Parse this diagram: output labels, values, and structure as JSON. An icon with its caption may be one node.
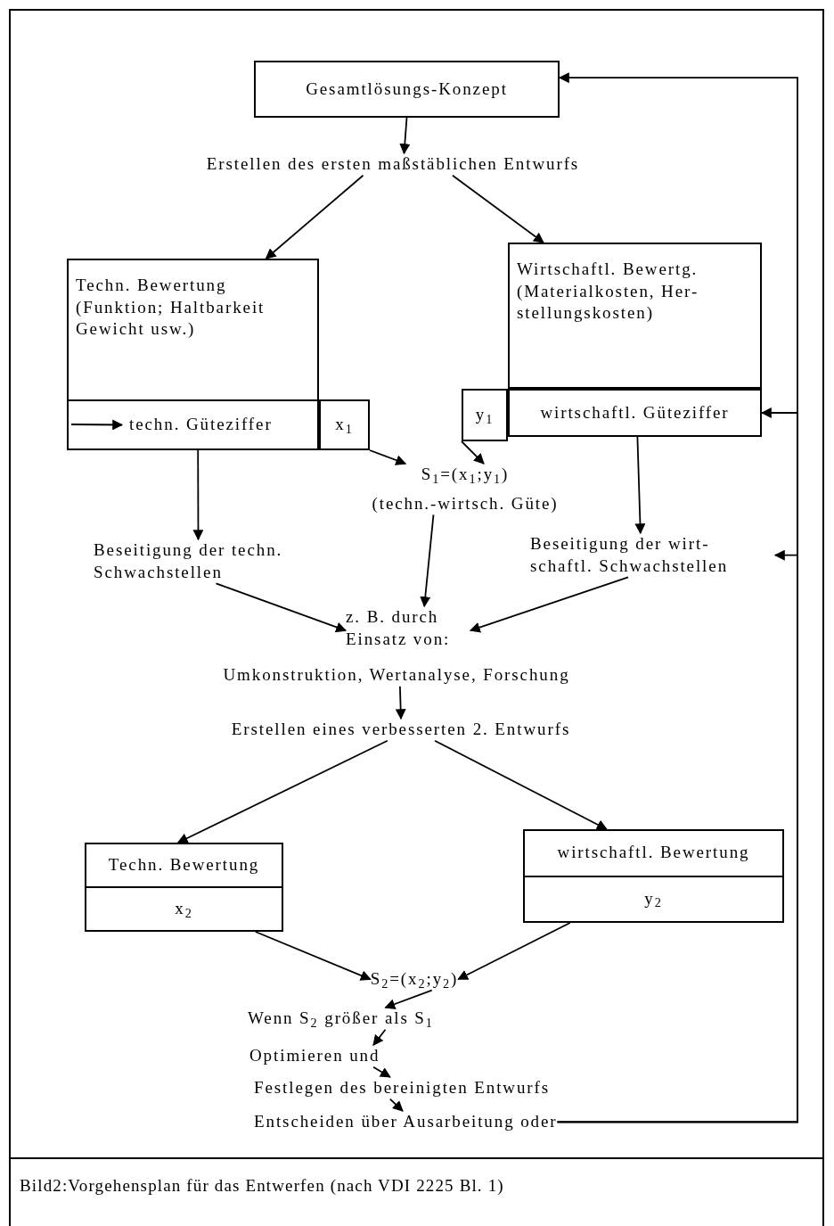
{
  "diagram": {
    "caption": "Bild2:Vorgehensplan für das Entwerfen (nach VDI 2225 Bl. 1)",
    "nodes": [
      {
        "text": [
          "Gesamtlösungs-Konzept"
        ]
      },
      {
        "text": [
          "Erstellen des ersten maßstäblichen Entwurfs"
        ]
      },
      {
        "text": [
          "Techn. Bewertung",
          "(Funktion; Haltbarkeit Gewicht usw.)"
        ]
      },
      {
        "text": [
          "techn. Güteziffer"
        ]
      },
      {
        "text": [
          "x$_{1}$"
        ]
      },
      {
        "text": [
          "Wirtschaftl. Bewertg.",
          "(Materialkosten, Her- stellungskosten)"
        ]
      },
      {
        "text": [
          "y$_{1}$"
        ]
      },
      {
        "text": [
          "wirtschaftl. Güteziffer"
        ]
      },
      {
        "text": [
          "S$_{1}$=(x$_{1}$;y$_{1}$)",
          "(techn.-wirtsch. Güte)"
        ]
      },
      {
        "text": [
          "Beseitigung der techn. Schwachstellen"
        ]
      },
      {
        "text": [
          "Beseitigung der wirt- schaftl. Schwachstellen"
        ]
      },
      {
        "text": [
          "z. B. durch Einsatz von:"
        ]
      },
      {
        "text": [
          "Umkonstruktion, Wertanalyse, Forschung"
        ]
      },
      {
        "text": [
          "Erstellen eines verbesserten 2. Entwurfs"
        ]
      },
      {
        "text": [
          "Techn. Bewertung",
          "x$_{2}$"
        ]
      },
      {
        "text": [
          "wirtschaftl. Bewertung",
          "y$_{2}$"
        ]
      },
      {
        "text": [
          "S$_{2}$=(x$_{2}$;y$_{2}$)"
        ]
      },
      {
        "text": [
          "Wenn S$_{2}$ größer als S$_{1}$"
        ]
      },
      {
        "text": [
          "Optimieren und"
        ]
      },
      {
        "text": [
          "Festlegen des bereinigten Entwurfs"
        ]
      },
      {
        "text": [
          "Entscheiden über Ausarbeitung oder"
        ]
      }
    ],
    "edges": [
      {
        "from": 0,
        "to": 1,
        "arrow": "to"
      },
      {
        "from": 1,
        "to": 2,
        "arrow": "to"
      },
      {
        "from": 1,
        "to": 5,
        "arrow": "to"
      },
      {
        "from": null,
        "to": 3,
        "arrow": "to"
      },
      {
        "from": 4,
        "to": 8,
        "arrow": "to"
      },
      {
        "from": 6,
        "to": 8,
        "arrow": "to"
      },
      {
        "from": 3,
        "to": 9,
        "arrow": "to"
      },
      {
        "from": 7,
        "to": 10,
        "arrow": "to"
      },
      {
        "from": 8,
        "to": 11,
        "arrow": "to"
      },
      {
        "from": 9,
        "to": 11,
        "arrow": "to"
      },
      {
        "from": 10,
        "to": 11,
        "arrow": "to"
      },
      {
        "from": 12,
        "to": 13,
        "arrow": "to"
      },
      {
        "from": 13,
        "to": 14,
        "arrow": "to"
      },
      {
        "from": 13,
        "to": 15,
        "arrow": "to"
      },
      {
        "from": 14,
        "to": 16,
        "arrow": "to"
      },
      {
        "from": 15,
        "to": 16,
        "arrow": "to"
      },
      {
        "from": 16,
        "to": 17,
        "arrow": "to"
      },
      {
        "from": 17,
        "to": 18,
        "arrow": "to"
      },
      {
        "from": 18,
        "to": 19,
        "arrow": "to"
      },
      {
        "from": 19,
        "to": 20,
        "arrow": "to"
      },
      {
        "from": 20,
        "to": 0,
        "arrow": "to"
      },
      {
        "from": 20,
        "to": 10,
        "arrow": "to"
      },
      {
        "from": 20,
        "to": 7,
        "arrow": "to"
      }
    ]
  }
}
